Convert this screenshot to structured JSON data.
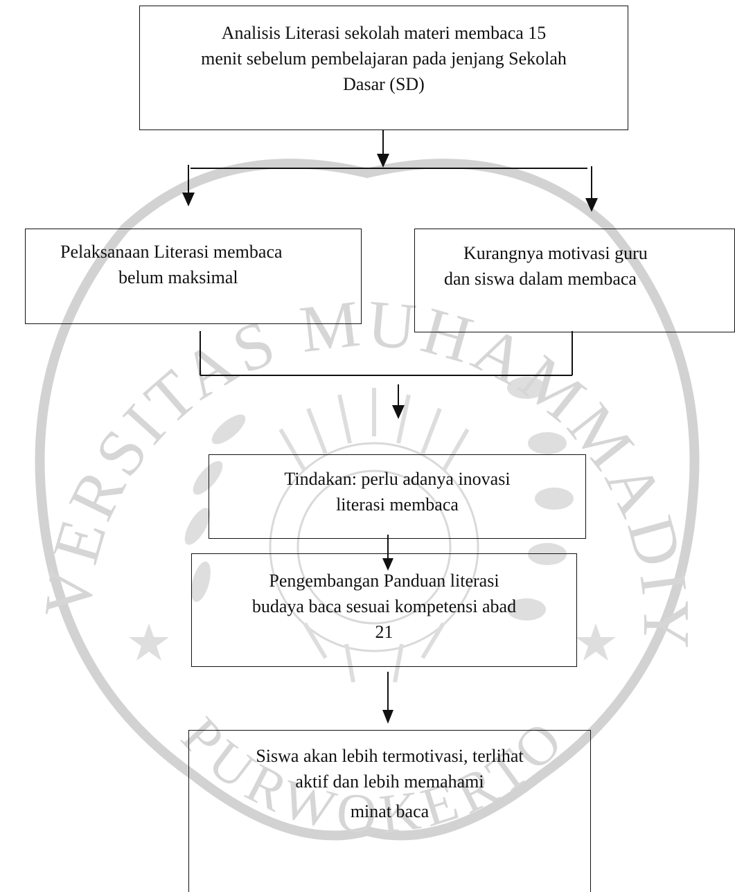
{
  "diagram": {
    "colors": {
      "line": "#111111",
      "watermark": "#c9c9c9",
      "background": "#ffffff"
    },
    "watermark": {
      "text_top": "UNIVERSITAS MUHAMMADIYAH",
      "text_bottom": "PURWOKERTO"
    },
    "boxes": [
      {
        "id": "analysis",
        "lines": [
          "Analisis Literasi sekolah materi membaca 15",
          "menit sebelum pembelajaran pada jenjang Sekolah",
          "Dasar (SD)"
        ]
      },
      {
        "id": "implementation",
        "lines": [
          "Pelaksanaan Literasi membaca",
          "belum maksimal"
        ]
      },
      {
        "id": "motivation",
        "lines": [
          "Kurangnya motivasi  guru",
          "dan  siswa  dalam membaca"
        ]
      },
      {
        "id": "action",
        "lines": [
          "Tindakan: perlu adanya inovasi",
          "literasi membaca"
        ]
      },
      {
        "id": "development",
        "lines": [
          "Pengembangan Panduan literasi",
          "budaya baca sesuai kompetensi abad",
          "21"
        ]
      },
      {
        "id": "outcome",
        "lines": [
          "Siswa akan lebih termotivasi, terlihat",
          "aktif dan lebih memahami",
          "minat baca"
        ]
      }
    ]
  }
}
